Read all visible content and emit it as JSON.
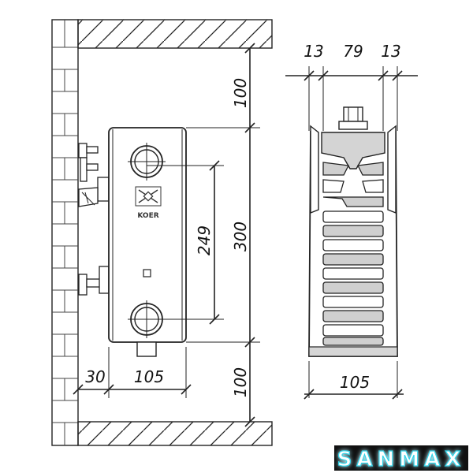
{
  "side_view": {
    "dim_top_clearance": "100",
    "dim_bottom_clearance": "100",
    "dim_height": "300",
    "dim_axis_distance": "249",
    "dim_wall_gap": "30",
    "dim_width": "105",
    "logo_label": "KOER"
  },
  "section_view": {
    "dim_left_fin": "13",
    "dim_core": "79",
    "dim_right_fin": "13",
    "dim_total_depth": "105"
  },
  "brand": {
    "name": "SANMAX",
    "glow_color": "#2fd3e8"
  }
}
